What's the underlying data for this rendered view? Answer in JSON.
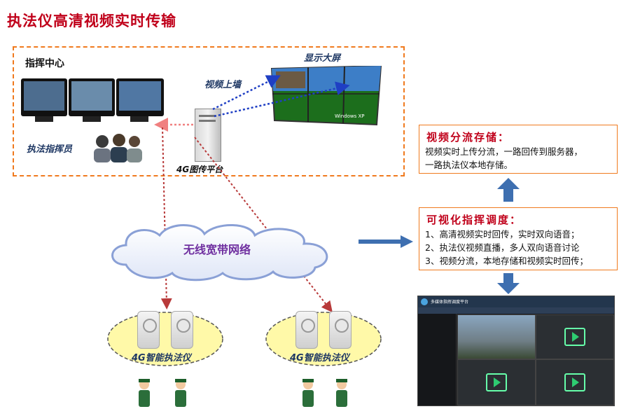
{
  "title": "执法仪高清视频实时传输",
  "command_center": {
    "label": "指挥中心",
    "operator_label": "执法指挥员",
    "upload_label": "视频上墙",
    "display_label": "显示大屏",
    "platform_label": "4G图传平台",
    "os_logo_text": "Windows XP"
  },
  "network_label": "无线宽带网络",
  "devices": [
    {
      "label": "4G智能执法仪"
    },
    {
      "label": "4G智能执法仪"
    }
  ],
  "storage_panel": {
    "title": "视频分流存储：",
    "lines": [
      "视频实时上传分流，一路回传到服务器，",
      "一路执法仪本地存储。"
    ]
  },
  "dispatch_panel": {
    "title": "可视化指挥调度：",
    "lines": [
      "1、高清视频实时回传，实时双向语音；",
      "2、执法仪视频直播，多人双向语音讨论",
      "3、视频分流，本地存储和视频实时回传；"
    ]
  },
  "software_header": "多媒体指挥调度平台",
  "colors": {
    "title": "#c0001a",
    "border": "#f07a1e",
    "arrow": "#3e6fb0",
    "dotted_blue": "#1f3fc4",
    "dotted_red": "#b83a3a"
  }
}
